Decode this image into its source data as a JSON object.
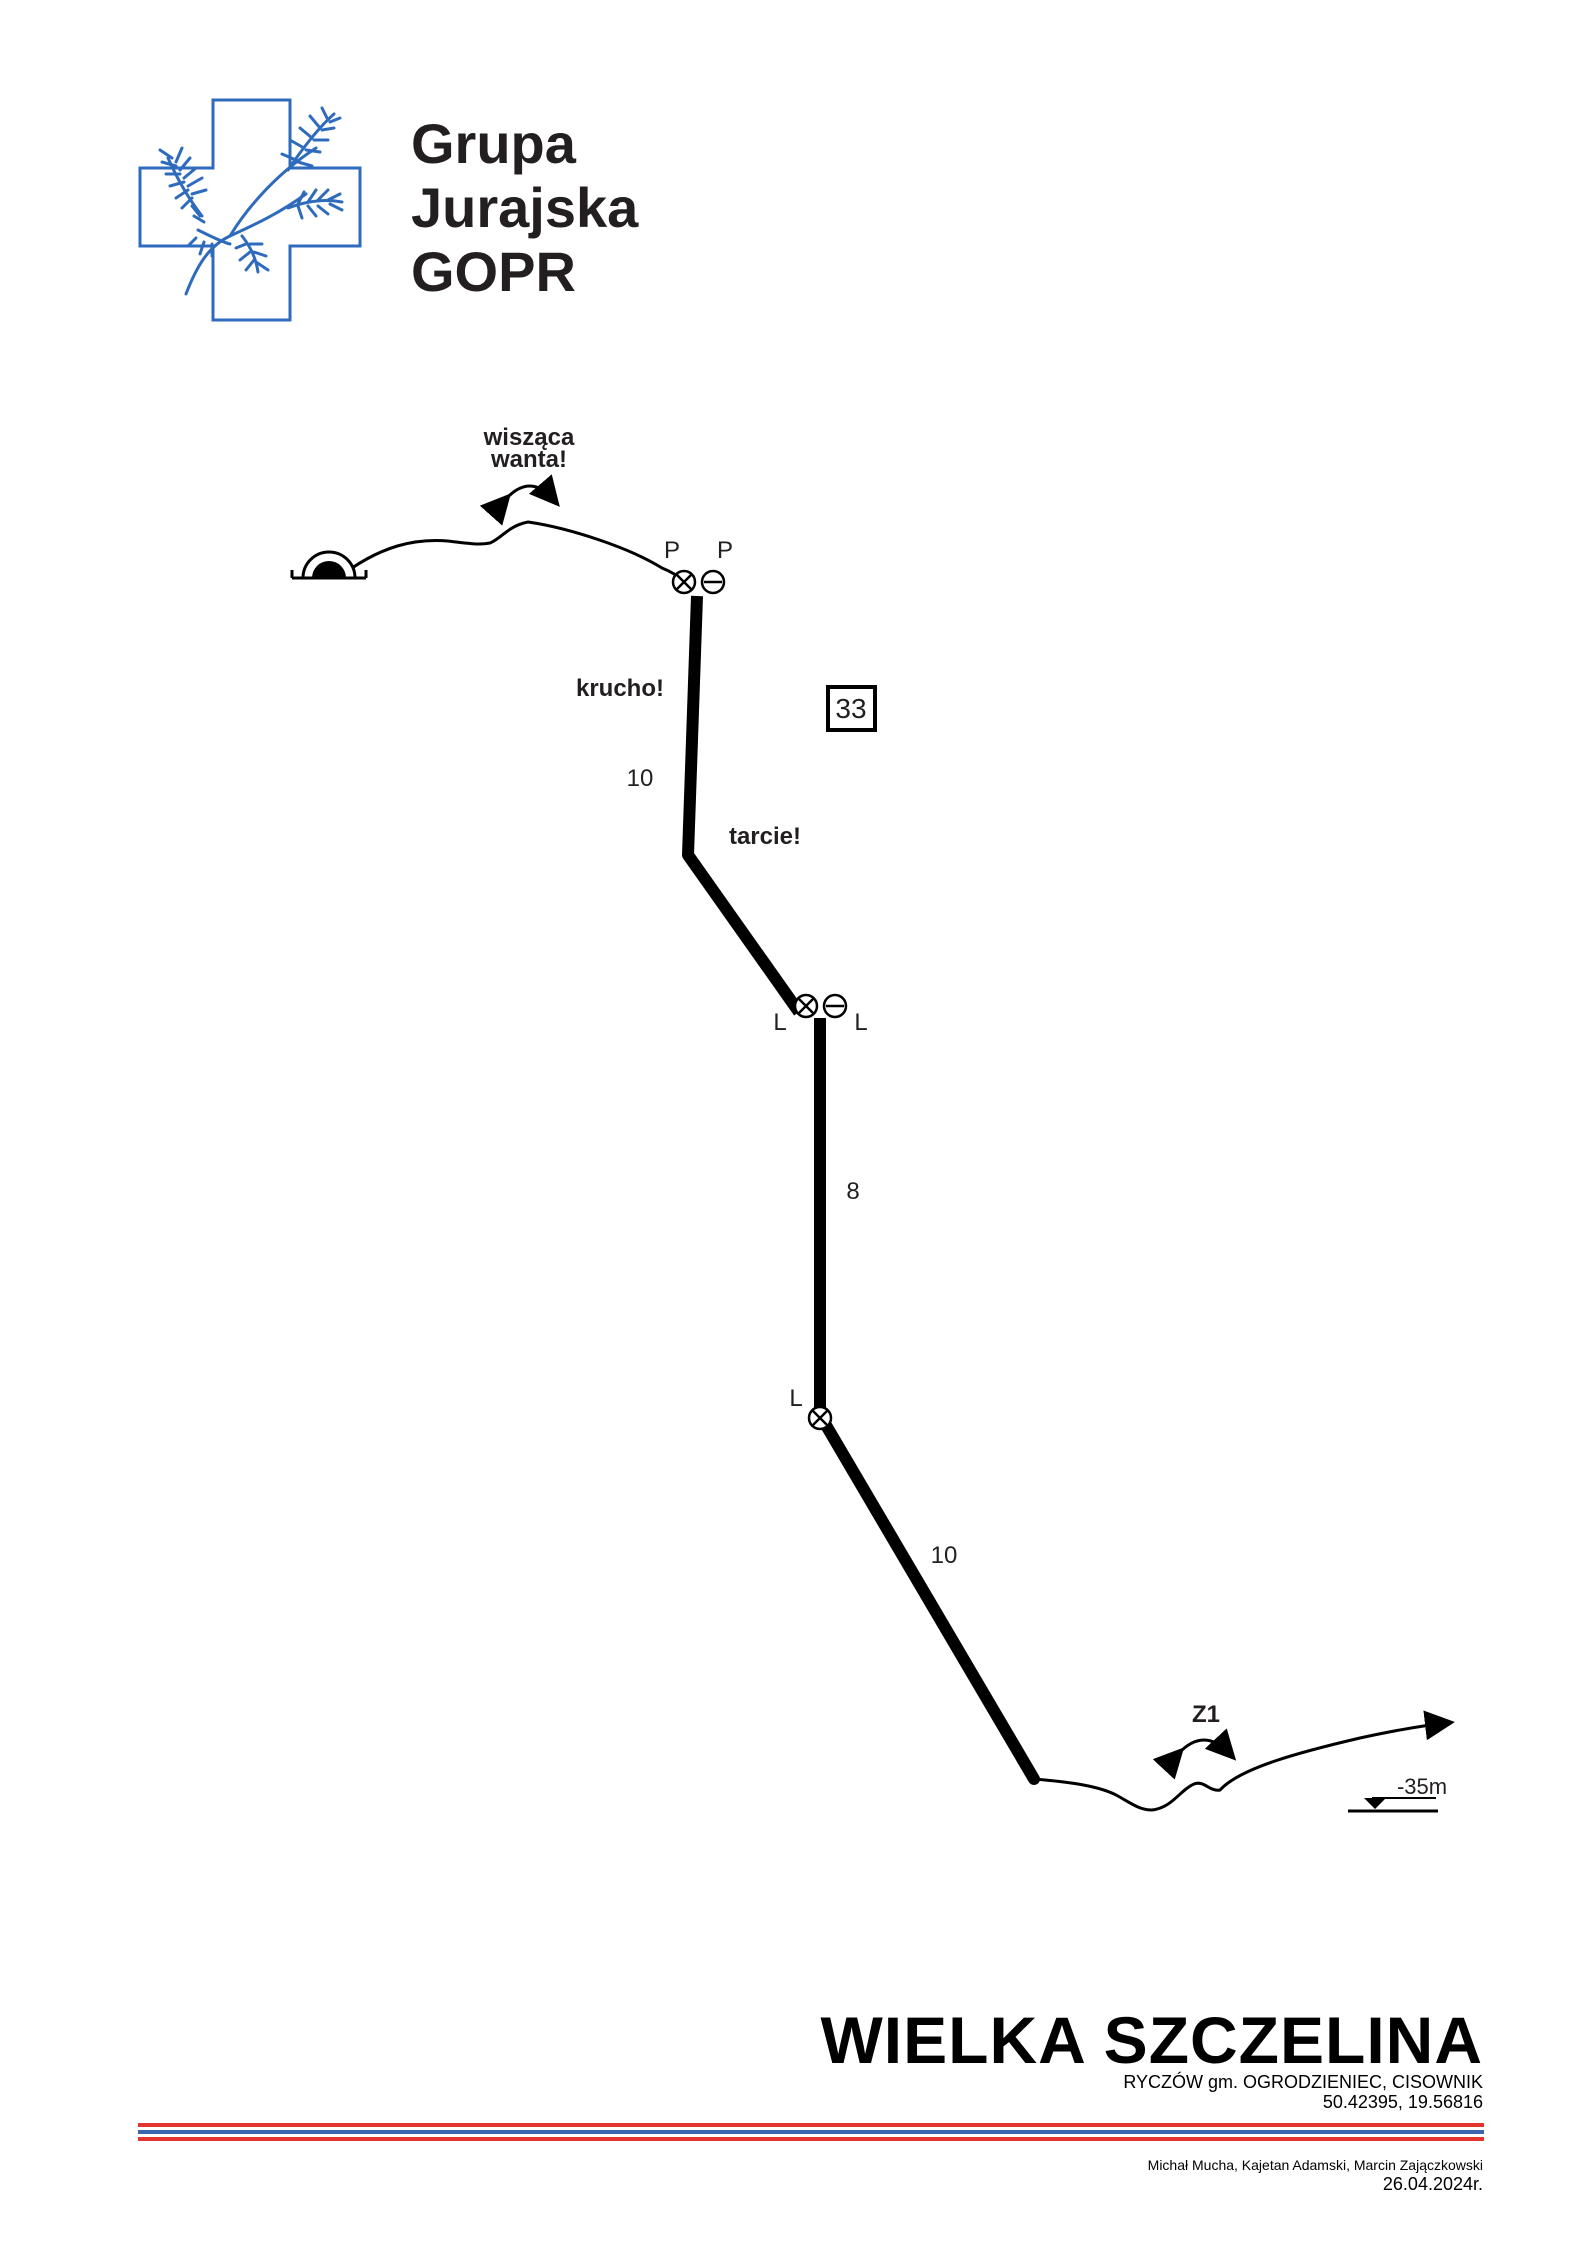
{
  "header": {
    "org_line1": "Grupa",
    "org_line2": "Jurajska",
    "org_line3": "GOPR"
  },
  "colors": {
    "logo_blue": "#2f6bbd",
    "stripe_red": "#e3342f",
    "stripe_blue": "#3a66b0",
    "rope": "#000000"
  },
  "logo": {
    "icon": "gopr-cross-pine-icon"
  },
  "topo": {
    "warning_hanging": [
      "wisząca",
      "wanta!"
    ],
    "anchor_top_left": "P",
    "anchor_top_right": "P",
    "warning_brittle": "krucho!",
    "warning_friction": "tarcie!",
    "rope_number": "33",
    "pitch1_length": "10",
    "anchor_mid_left": "L",
    "anchor_mid_right": "L",
    "pitch2_length": "8",
    "anchor_low": "L",
    "pitch3_length": "10",
    "zone_label": "Z1",
    "depth": "-35m"
  },
  "footer": {
    "cave_name": "WIELKA SZCZELINA",
    "location": "RYCZÓW gm. OGRODZIENIEC, CISOWNIK",
    "coordinates": "50.42395, 19.56816",
    "authors": "Michał Mucha, Kajetan Adamski, Marcin Zajączkowski",
    "date": "26.04.2024r."
  }
}
